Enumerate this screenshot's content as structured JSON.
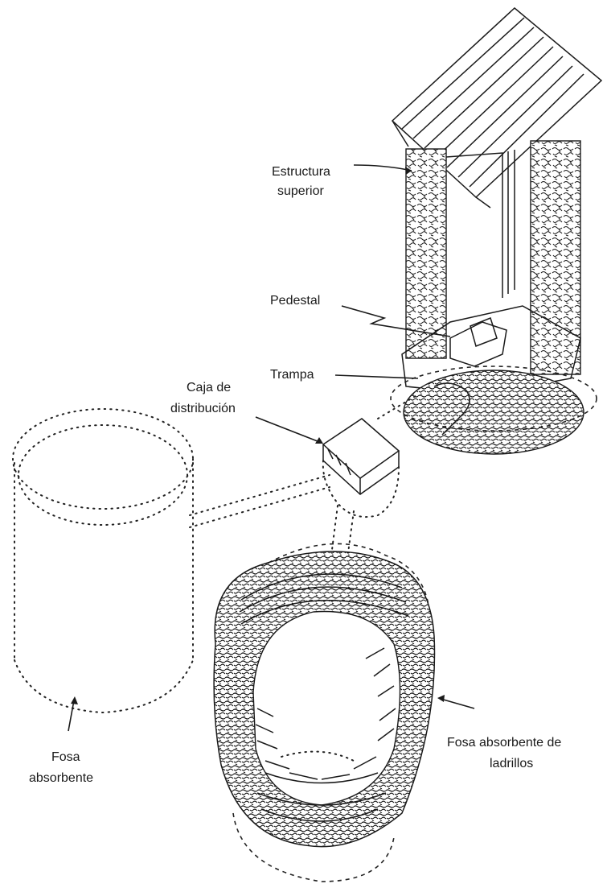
{
  "labels": {
    "upper_structure_line1": "Estructura",
    "upper_structure_line2": "superior",
    "pedestal": "Pedestal",
    "trap": "Trampa",
    "distribution_box_line1": "Caja de",
    "distribution_box_line2": "distribución",
    "absorbent_pit_line1": "Fosa",
    "absorbent_pit_line2": "absorbente",
    "brick_pit_line1": "Fosa absorbente de",
    "brick_pit_line2": "ladrillos"
  },
  "colors": {
    "ink": "#1a1a1a",
    "background": "#ffffff"
  }
}
